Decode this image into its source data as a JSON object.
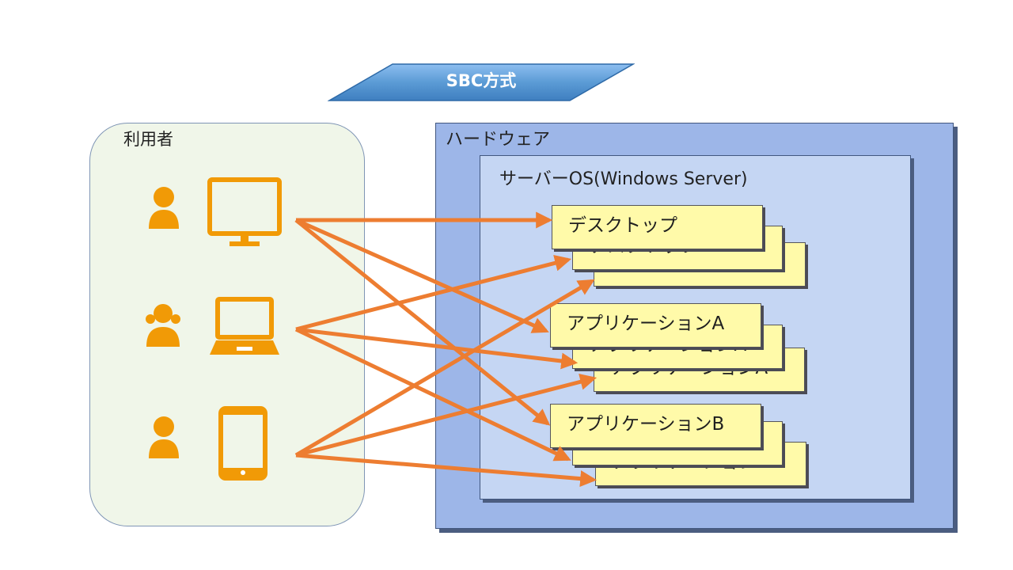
{
  "title": "SBC方式",
  "users": {
    "label": "利用者",
    "devices": [
      "desktop-monitor",
      "laptop",
      "tablet"
    ]
  },
  "hardware": {
    "label": "ハードウェア",
    "os": {
      "label": "サーバーOS(Windows Server)",
      "groups": [
        {
          "front_label": "デスクトップ",
          "back_labels": [
            "デスクトップ",
            "デスクトップ"
          ]
        },
        {
          "front_label": "アプリケーションA",
          "back_labels": [
            "アプリケーションA",
            "アプリケーションA"
          ]
        },
        {
          "front_label": "アプリケーションB",
          "back_labels": [
            "アプリケーションB",
            "アプリケーションB"
          ]
        }
      ]
    }
  },
  "colors": {
    "arrow": "#ed7d31",
    "icon": "#f19a06",
    "banner": "#5b9bd5",
    "card": "#fffaa9",
    "users_panel": "#f0f6e9",
    "hardware": "#9db6e8",
    "os": "#c5d6f3"
  }
}
